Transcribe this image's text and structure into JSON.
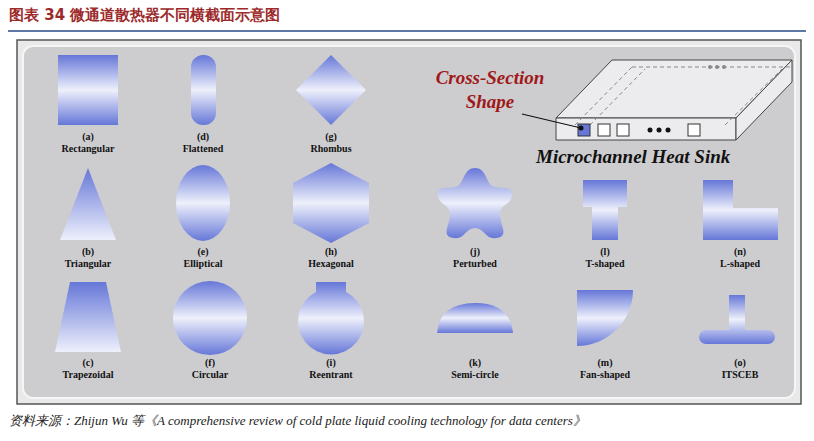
{
  "diagram": {
    "title": "图表 34   微通道散热器不同横截面示意图",
    "caption": "资料来源：Zhijun Wu 等《A comprehensive review of cold plate liquid cooling technology for data centers》",
    "labels": [
      "(a)",
      "Rectangular",
      "(b)",
      "Triangular",
      "(c)",
      "Trapezoidal",
      "(d)",
      "Flattened",
      "(e)",
      "Elliptical",
      "(f)",
      "Circular",
      "(g)",
      "Rhombus",
      "(h)",
      "Hexagonal",
      "(i)",
      "Reentrant",
      "(j)",
      "Perturbed",
      "(k)",
      "Semi-circle",
      "(l)",
      "T-shaped",
      "(m)",
      "Fan-shaped",
      "(n)",
      "L-shaped",
      "(o)",
      "ITSCEB",
      "Cross-Section Shape",
      "Microchannel Heat Sink"
    ]
  }
}
